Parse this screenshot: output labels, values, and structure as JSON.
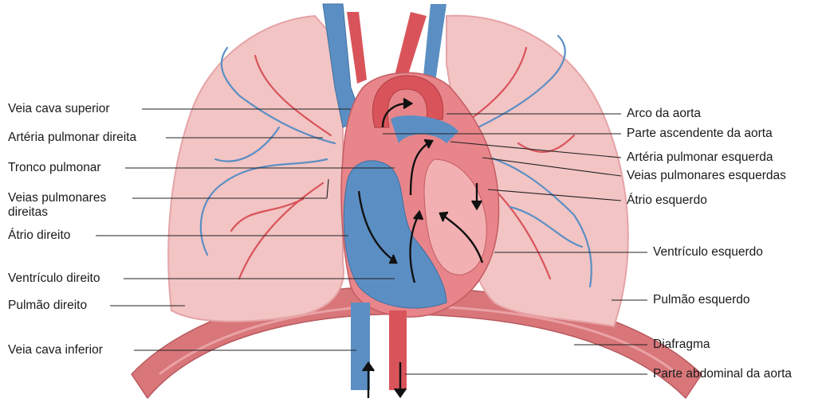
{
  "labels": {
    "veia_cava_superior": "Veia cava superior",
    "arteria_pulmonar_direita": "Artéria pulmonar direita",
    "tronco_pulmonar": "Tronco pulmonar",
    "veias_pulmonares_direitas": "Veias pulmonares direitas",
    "atrio_direito": "Átrio direito",
    "ventriculo_direito": "Ventrículo direito",
    "pulmao_direito": "Pulmão direito",
    "veia_cava_inferior": "Veia cava inferior",
    "arco_da_aorta": "Arco da aorta",
    "parte_ascendente_da_aorta": "Parte ascendente da aorta",
    "arteria_pulmonar_esquerda": "Artéria pulmonar esquerda",
    "veias_pulmonares_esquerdas": "Veias pulmonares esquerdas",
    "atrio_esquerdo": "Átrio esquerdo",
    "ventriculo_esquerdo": "Ventrículo esquerdo",
    "pulmao_esquerdo": "Pulmão esquerdo",
    "diafragma": "Diafragma",
    "parte_abdominal_da_aorta": "Parte abdominal da aorta"
  },
  "colors": {
    "lung": "#f2c4c4",
    "lung_edge": "#e6a3a6",
    "vein_blue": "#5b8fc4",
    "artery_red": "#d9545a",
    "heart_red": "#e8858a",
    "diaphragm": "#d9767a",
    "leader": "#222222"
  }
}
